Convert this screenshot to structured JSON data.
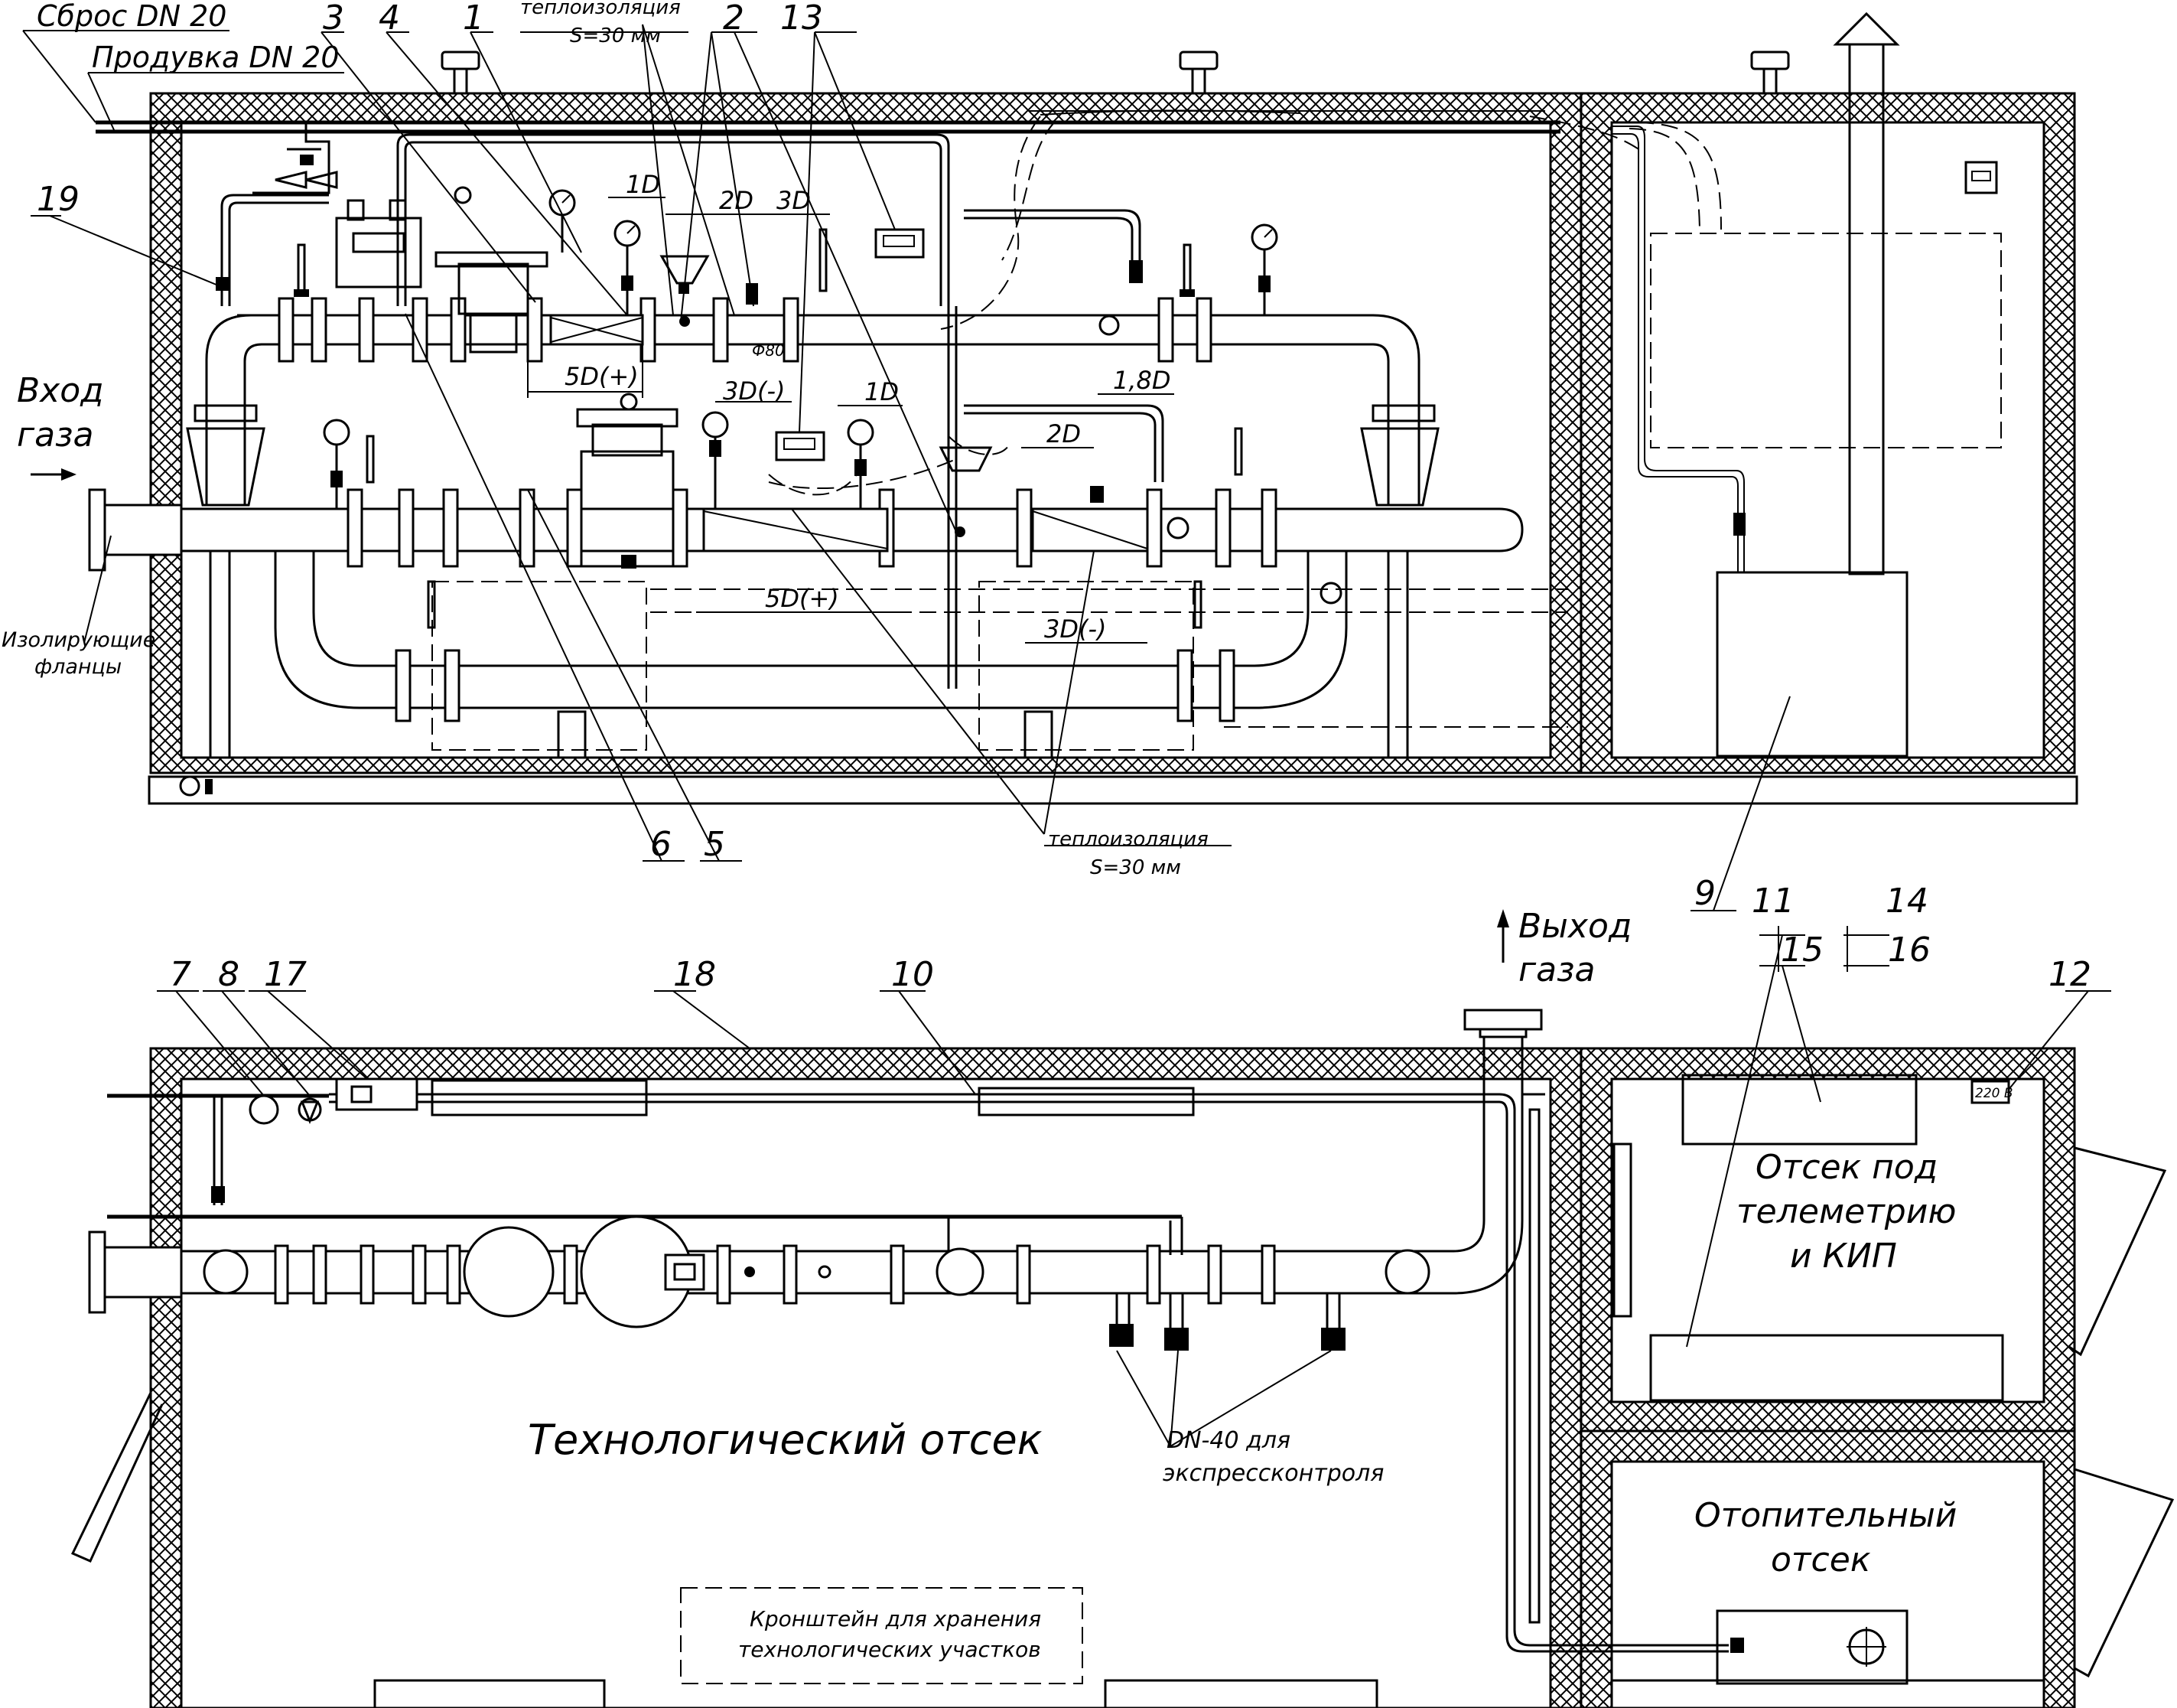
{
  "callouts": {
    "c1": "1",
    "c2": "2",
    "c3": "3",
    "c4": "4",
    "c5": "5",
    "c6": "6",
    "c7": "7",
    "c8": "8",
    "c9": "9",
    "c10": "10",
    "c11": "11",
    "c12": "12",
    "c13": "13",
    "c14": "14",
    "c15": "15",
    "c16": "16",
    "c17": "17",
    "c18": "18",
    "c19": "19"
  },
  "labels": {
    "vent_line": "Сброс DN 20",
    "purge_line": "Продувка DN 20",
    "insulation_top": "теплоизоляция",
    "insulation_top_s": "S=30 мм",
    "insulation_bottom": "теплоизоляция",
    "insulation_bottom_s": "S=30 мм",
    "gas_in_1": "Вход",
    "gas_in_2": "газа",
    "insulating_1": "Изолирующие",
    "insulating_2": "фланцы",
    "gas_out_1": "Выход",
    "gas_out_2": "газа",
    "tech_compartment": "Технологический отсек",
    "telemetry_1": "Отсек под",
    "telemetry_2": "телеметрию",
    "telemetry_3": "и КИП",
    "heating_1": "Отопительный",
    "heating_2": "отсек",
    "dn40_1": "DN-40 для",
    "dn40_2": "экспрессконтроля",
    "bracket_1": "Кронштейн для хранения",
    "bracket_2": "технологических участков",
    "voltage": "220 В",
    "phi": "Ф80"
  },
  "dimensions": {
    "d1a": "1D",
    "d2a": "2D",
    "d3a": "3D",
    "d5p_top": "5D(+)",
    "d3m_top": "3D(-)",
    "d1b": "1D",
    "d18": "1,8D",
    "d2b": "2D",
    "d5p_mid": "5D(+)",
    "d3m_mid": "3D(-)"
  }
}
